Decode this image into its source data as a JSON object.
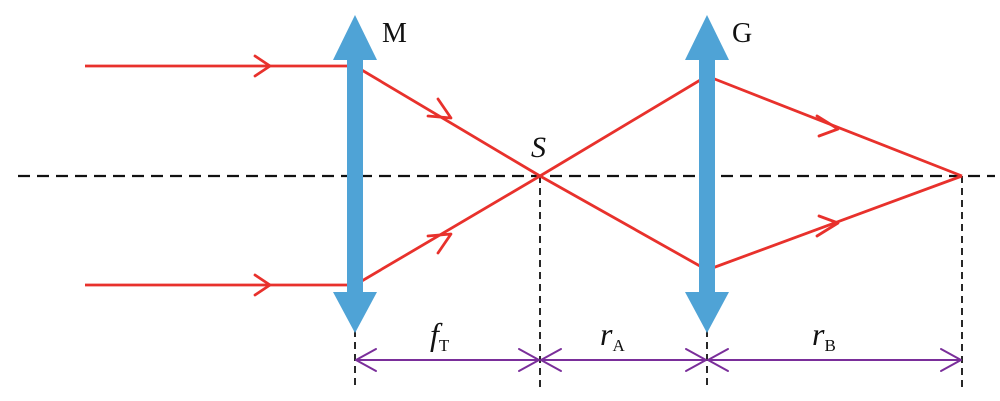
{
  "labels": {
    "lens_m": "M",
    "lens_g": "G",
    "focus_point": "S",
    "dist_1_main": "f",
    "dist_1_sub": "T",
    "dist_2_main": "r",
    "dist_2_sub": "A",
    "dist_3_main": "r",
    "dist_3_sub": "B"
  },
  "colors": {
    "ray": "#e8312c",
    "lens": "#4fa3d6",
    "dimension": "#7a2e9a",
    "axis": "#111111"
  }
}
